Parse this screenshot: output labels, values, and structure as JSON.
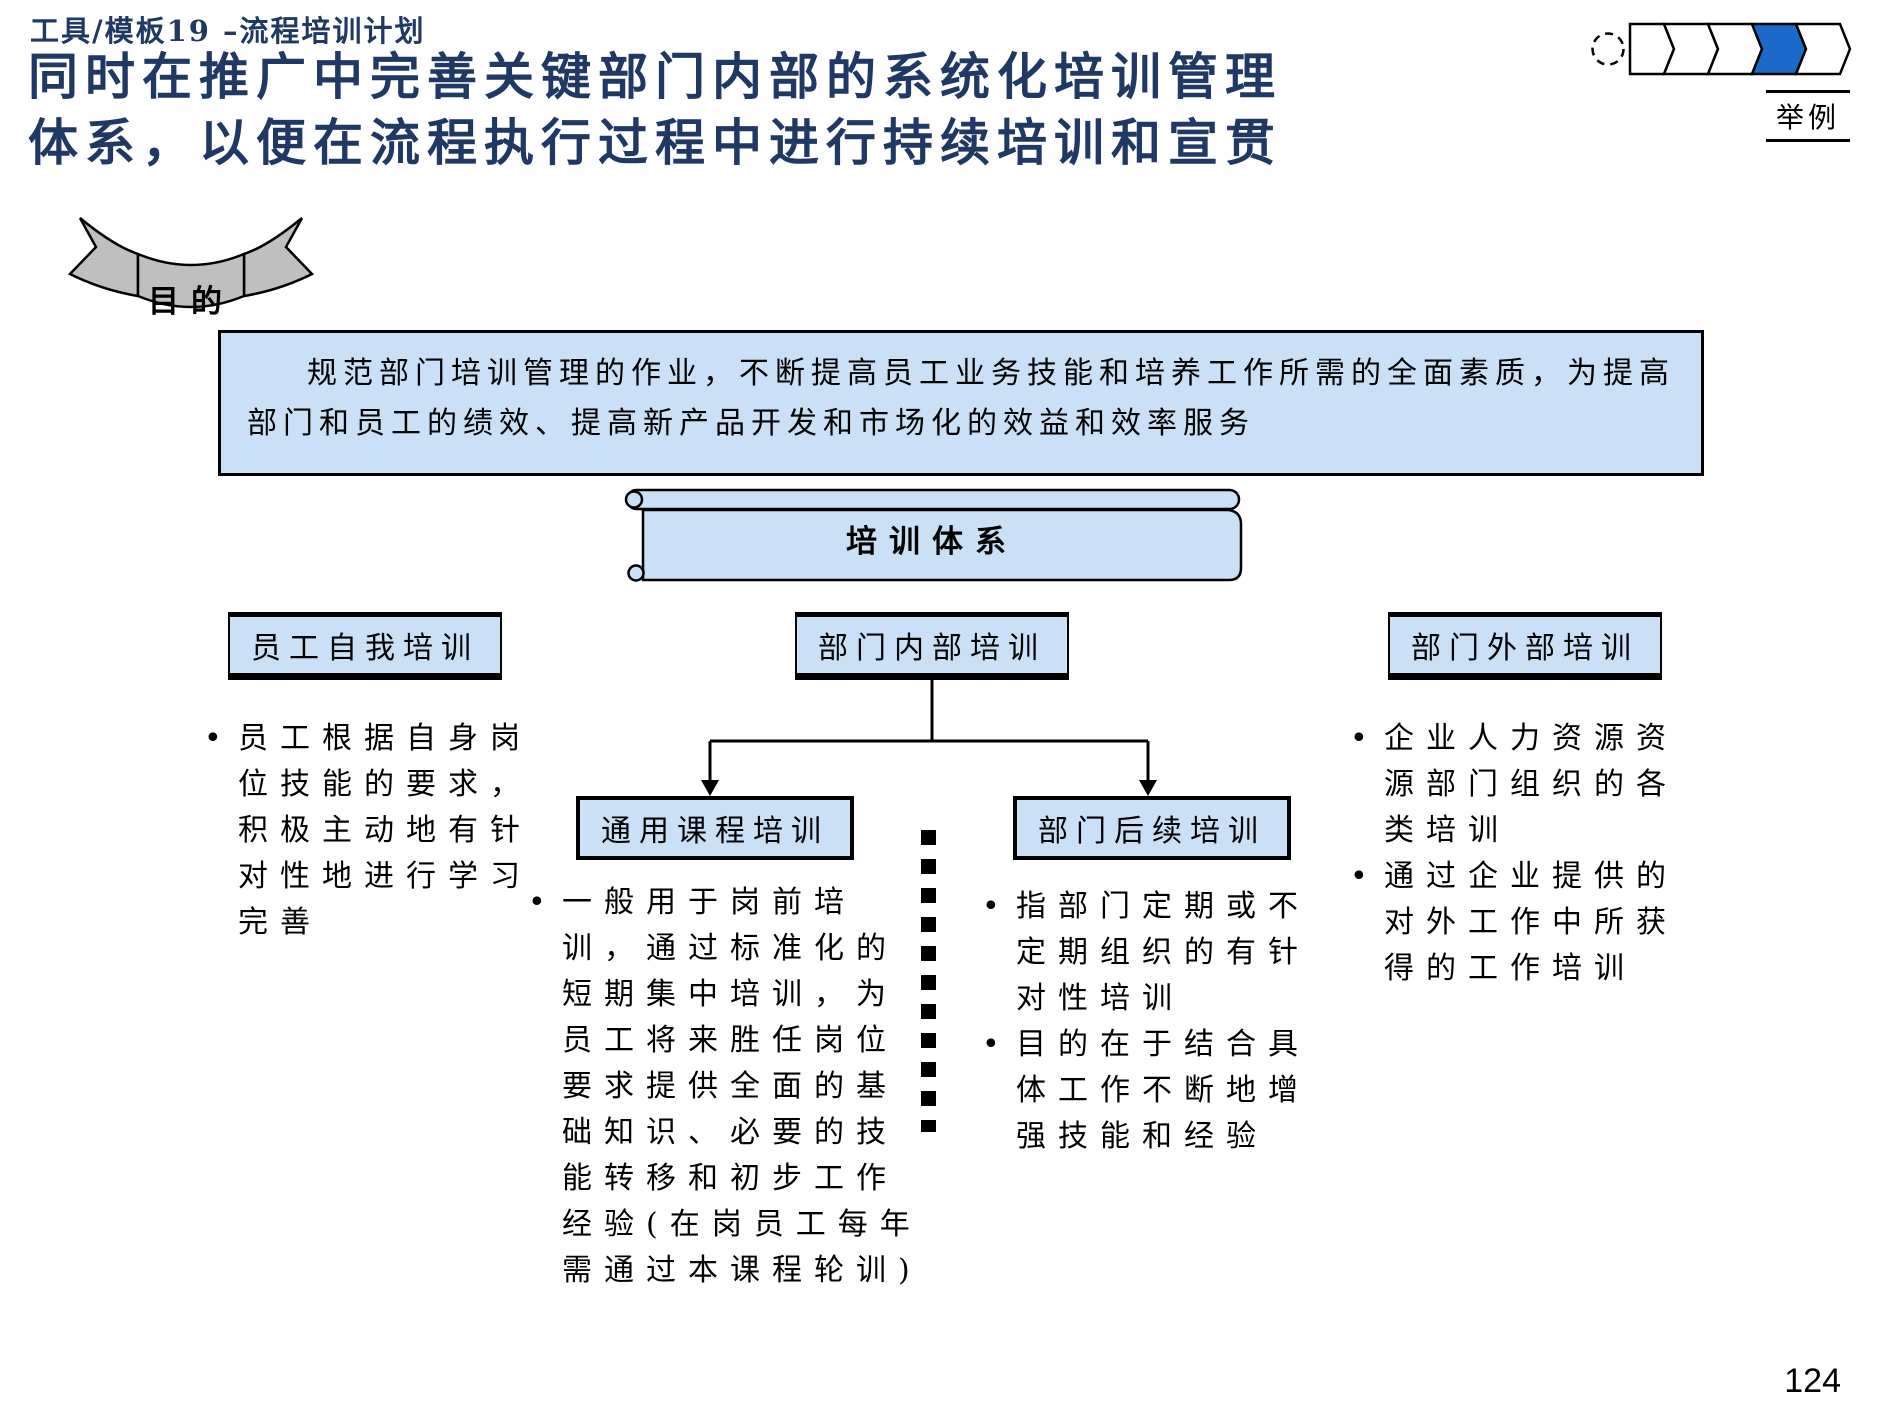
{
  "header": {
    "label": "工具/模板19 –流程培训计划",
    "title_line1": "同时在推广中完善关键部门内部的系统化培训管理",
    "title_line2": "体系，以便在流程执行过程中进行持续培训和宣贯",
    "example_tag": "举例"
  },
  "progress": {
    "segments": 5,
    "active_index": 3
  },
  "purpose": {
    "ribbon_label": "目的",
    "text": "规范部门培训管理的作业，不断提高员工业务技能和培养工作所需的全面素质，为提高部门和员工的绩效、提高新产品开发和市场化的效益和效率服务"
  },
  "tree": {
    "root_label": "培训体系",
    "left": {
      "label": "员工自我培训",
      "bullets": [
        "员工根据自身岗位技能的要求，积极主动地有针对性地进行学习完善"
      ]
    },
    "center": {
      "label": "部门内部培训",
      "children": [
        {
          "label": "通用课程培训",
          "bullets": [
            "一般用于岗前培训，通过标准化的短期集中培训，为员工将来胜任岗位要求提供全面的基础知识、必要的技能转移和初步工作经验(在岗员工每年需通过本课程轮训)"
          ]
        },
        {
          "label": "部门后续培训",
          "bullets": [
            "指部门定期或不定期组织的有针对性培训",
            "目的在于结合具体工作不断地增强技能和经验"
          ]
        }
      ]
    },
    "right": {
      "label": "部门外部培训",
      "bullets": [
        "企业人力资源资源部门组织的各类培训",
        "通过企业提供的对外工作中所获得的工作培训"
      ]
    }
  },
  "footer": {
    "page_number": "124"
  },
  "colors": {
    "title_navy": "#1F3864",
    "box_fill": "#CAE0F7",
    "box_border": "#000000",
    "ribbon_gray": "#BFBFBF",
    "chevron_blue": "#1B6AC9",
    "text_black": "#000000"
  }
}
